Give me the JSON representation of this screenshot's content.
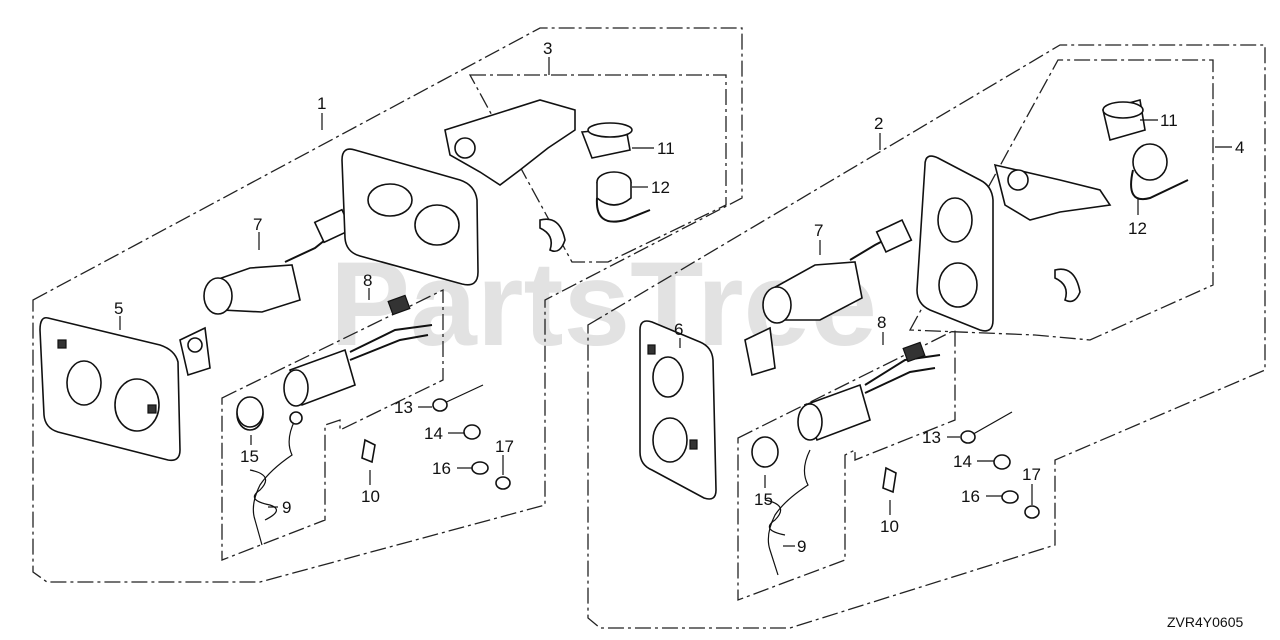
{
  "watermark": "PartsTree",
  "diagram_code": "ZVR4Y0605",
  "callouts": {
    "left": {
      "c1": "1",
      "c3": "3",
      "c5": "5",
      "c7": "7",
      "c8": "8",
      "c9": "9",
      "c10": "10",
      "c11": "11",
      "c12": "12",
      "c13": "13",
      "c14": "14",
      "c15": "15",
      "c16": "16",
      "c17": "17"
    },
    "right": {
      "c2": "2",
      "c4": "4",
      "c6": "6",
      "c7": "7",
      "c8": "8",
      "c9": "9",
      "c10": "10",
      "c11": "11",
      "c12": "12",
      "c13": "13",
      "c14": "14",
      "c15": "15",
      "c16": "16",
      "c17": "17"
    }
  }
}
